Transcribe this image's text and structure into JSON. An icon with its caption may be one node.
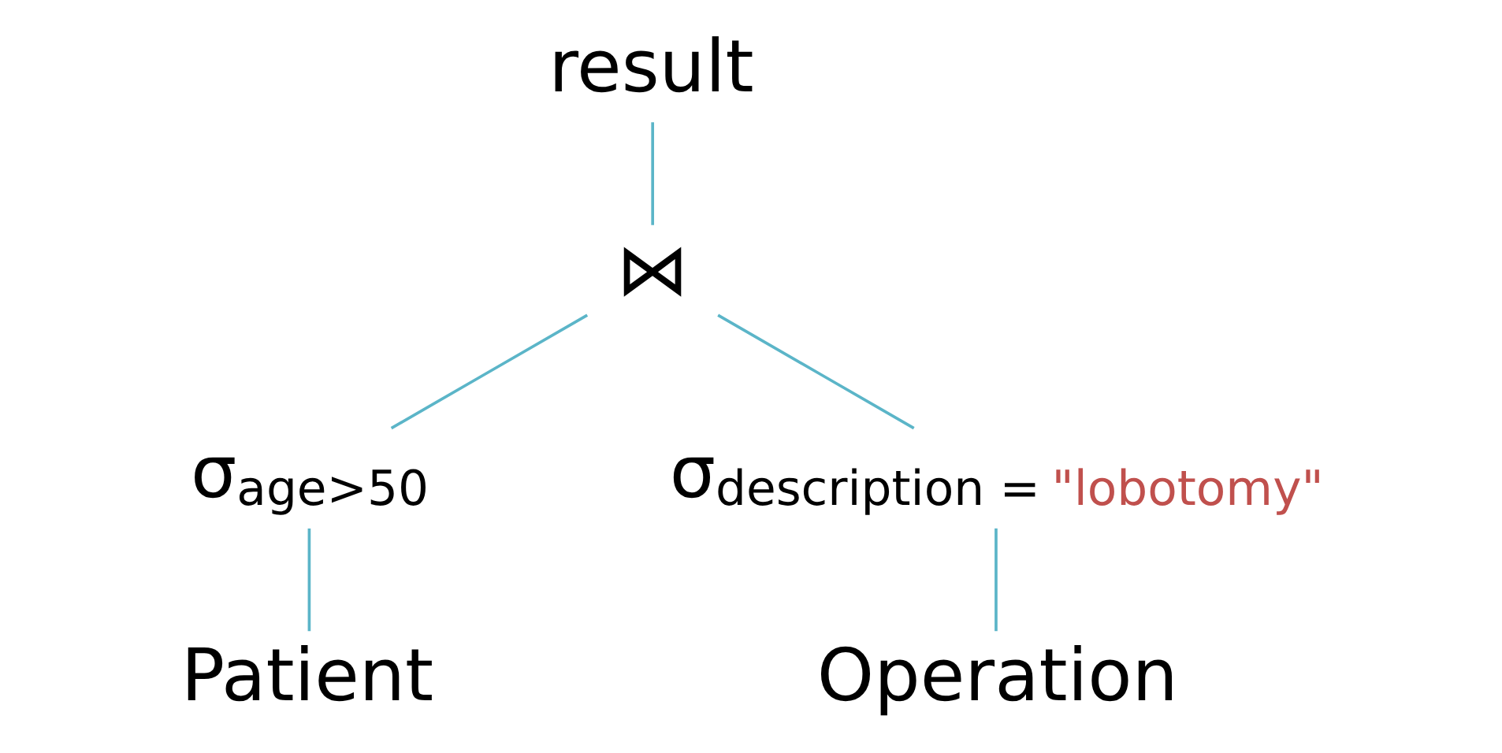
{
  "diagram": {
    "nodes": [
      {
        "text": [
          "result"
        ]
      },
      {
        "text": [
          "⋈"
        ]
      },
      {
        "text": [
          "σ$_{age>50}$"
        ]
      },
      {
        "text": [
          "σ$_{description = \"lobotomy\"}$"
        ]
      },
      {
        "text": [
          "Patient"
        ]
      },
      {
        "text": [
          "Operation"
        ]
      }
    ],
    "edges": [
      {
        "from": 0,
        "to": 1,
        "arrow": "none"
      },
      {
        "from": 1,
        "to": 2,
        "arrow": "none"
      },
      {
        "from": 1,
        "to": 3,
        "arrow": "none"
      },
      {
        "from": 2,
        "to": 4,
        "arrow": "none"
      },
      {
        "from": 3,
        "to": 5,
        "arrow": "none"
      }
    ]
  }
}
